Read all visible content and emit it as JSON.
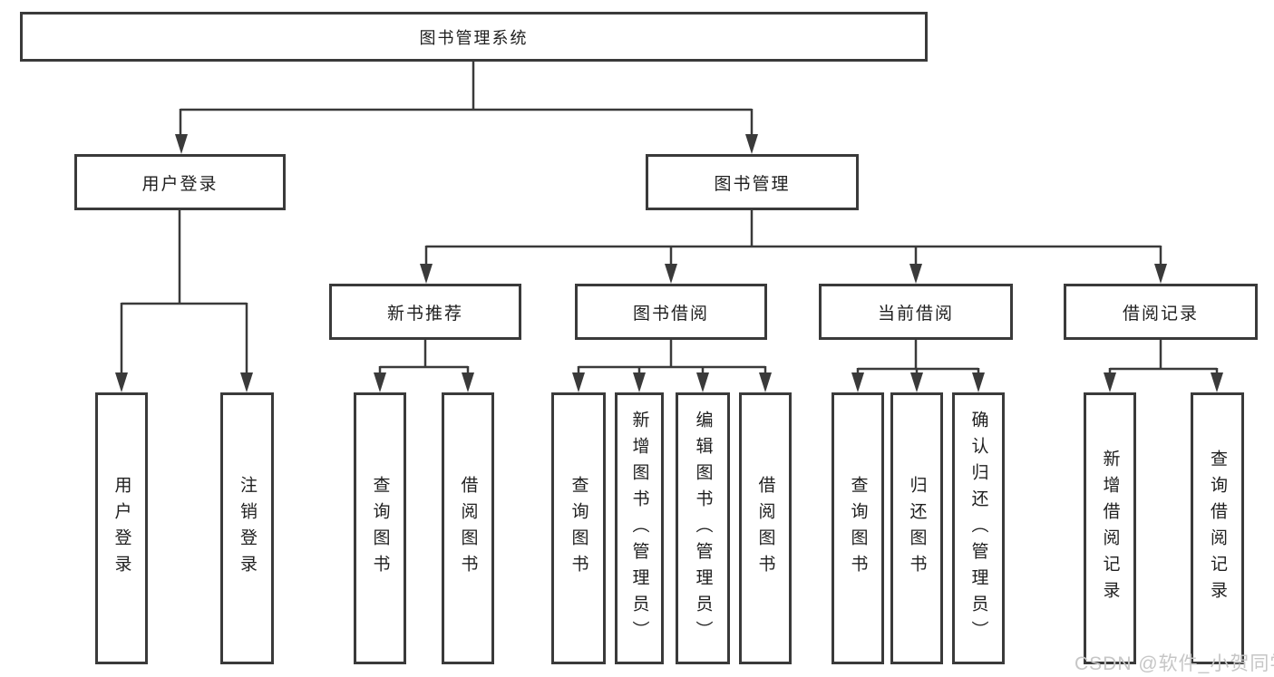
{
  "colors": {
    "line": "#3a3a3a",
    "box_border": "#3a3a3a",
    "text": "#1f1f1f",
    "background": "#ffffff",
    "watermark": "#c6c6c6"
  },
  "watermark": {
    "text": "CSDN @软件_小贺同学"
  },
  "diagram": {
    "root": {
      "label": "图书管理系统"
    },
    "level2": [
      {
        "label": "用户登录"
      },
      {
        "label": "图书管理"
      }
    ],
    "level3": [
      {
        "label": "新书推荐"
      },
      {
        "label": "图书借阅"
      },
      {
        "label": "当前借阅"
      },
      {
        "label": "借阅记录"
      }
    ],
    "leaves": {
      "user_login": [
        {
          "label": "用户登录"
        },
        {
          "label": "注销登录"
        }
      ],
      "new_books": [
        {
          "label": "查询图书"
        },
        {
          "label": "借阅图书"
        }
      ],
      "book_borrow": [
        {
          "label": "查询图书"
        },
        {
          "label": "新增图书（管理员）"
        },
        {
          "label": "编辑图书（管理员）"
        },
        {
          "label": "借阅图书"
        }
      ],
      "current_borrow": [
        {
          "label": "查询图书"
        },
        {
          "label": "归还图书"
        },
        {
          "label": "确认归还（管理员）"
        }
      ],
      "borrow_records": [
        {
          "label": "新增借阅记录"
        },
        {
          "label": "查询借阅记录"
        }
      ]
    }
  }
}
